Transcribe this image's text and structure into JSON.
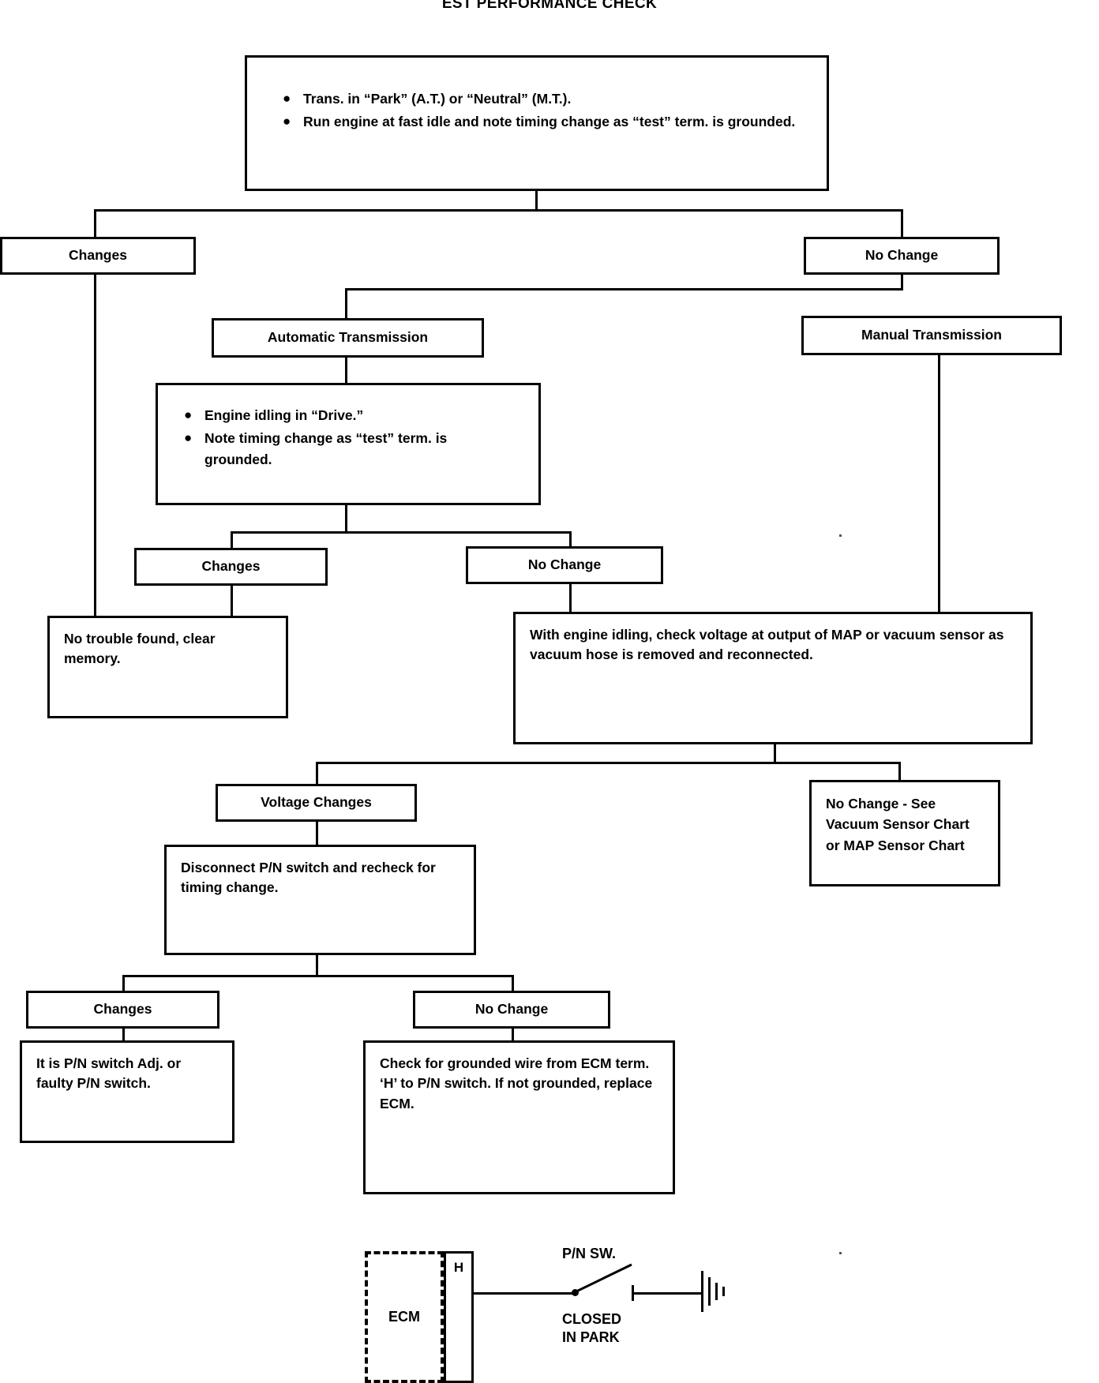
{
  "title": "EST PERFORMANCE CHECK",
  "nodes": {
    "start": {
      "bullets": [
        "Trans. in “Park” (A.T.) or “Neutral” (M.T.).",
        "Run engine at fast idle and note timing change as “test” term. is grounded."
      ]
    },
    "changes_top": "Changes",
    "no_change_top": "No Change",
    "automatic_transmission": "Automatic Transmission",
    "manual_transmission": "Manual Transmission",
    "at_instructions": {
      "bullets": [
        "Engine idling in “Drive.”",
        "Note timing change as “test” term. is grounded."
      ]
    },
    "changes_at": "Changes",
    "no_change_at": "No Change",
    "no_trouble": "No trouble found, clear memory.",
    "map_check": "With engine idling, check voltage at output of MAP or vacuum sensor as vacuum hose is removed and reconnected.",
    "voltage_changes": "Voltage Changes",
    "no_change_see_chart": "No Change - See Vacuum Sensor Chart or MAP Sensor Chart",
    "disconnect_pn": "Disconnect P/N switch and recheck for timing change.",
    "changes_pn": "Changes",
    "no_change_pn": "No Change",
    "pn_adj": "It is P/N switch Adj. or faulty P/N switch.",
    "check_grounded": "Check for grounded wire from ECM term. ‘H’ to P/N switch. If not grounded, replace ECM."
  },
  "schematic": {
    "ecm_label": "ECM",
    "terminal_label": "H",
    "switch_label": "P/N SW.",
    "switch_state_line1": "CLOSED",
    "switch_state_line2": "IN PARK"
  }
}
